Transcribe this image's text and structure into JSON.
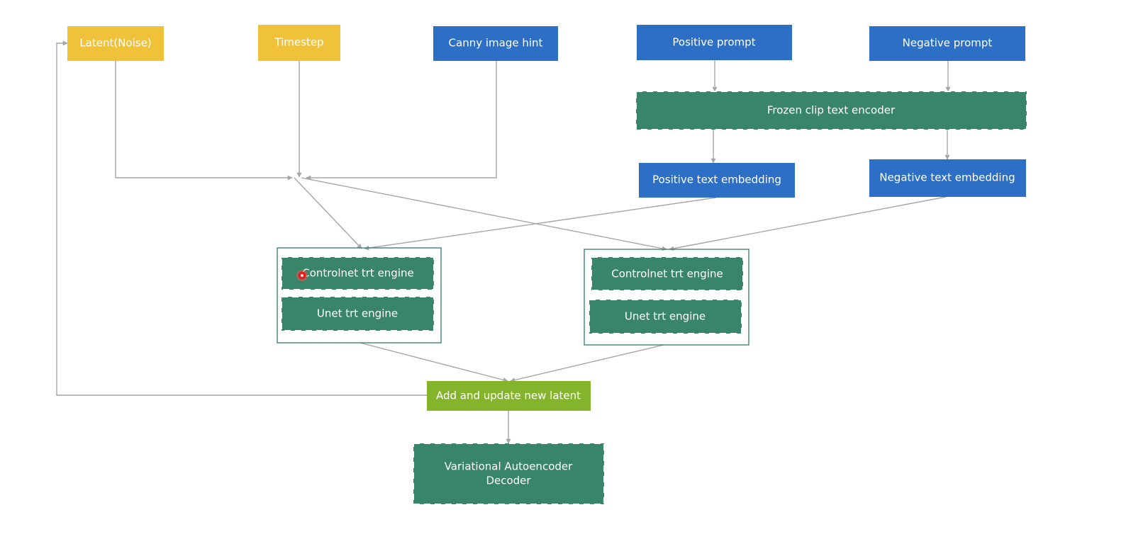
{
  "colors": {
    "yellow": "#f0c23a",
    "blue": "#2d6fc4",
    "green": "#39856a",
    "lime": "#84b42c",
    "connector": "#a6a6a6",
    "group_border": "#2e7d6b",
    "cursor_marker": "#e02020"
  },
  "nodes": {
    "latent_noise": "Latent(Noise)",
    "timestep": "Timestep",
    "canny_image_hint": "Canny image hint",
    "positive_prompt": "Positive prompt",
    "negative_prompt": "Negative prompt",
    "frozen_clip_text_encoder": "Frozen clip text encoder",
    "positive_text_embedding": "Positive text embedding",
    "negative_text_embedding": "Negative text embedding",
    "left_group": {
      "controlnet": "Controlnet trt engine",
      "unet": "Unet trt engine"
    },
    "right_group": {
      "controlnet": "Controlnet trt engine",
      "unet": "Unet trt engine"
    },
    "add_update_latent": "Add and update new latent",
    "vae_decoder": {
      "line1": "Variational Autoencoder",
      "line2": "Decoder"
    }
  }
}
